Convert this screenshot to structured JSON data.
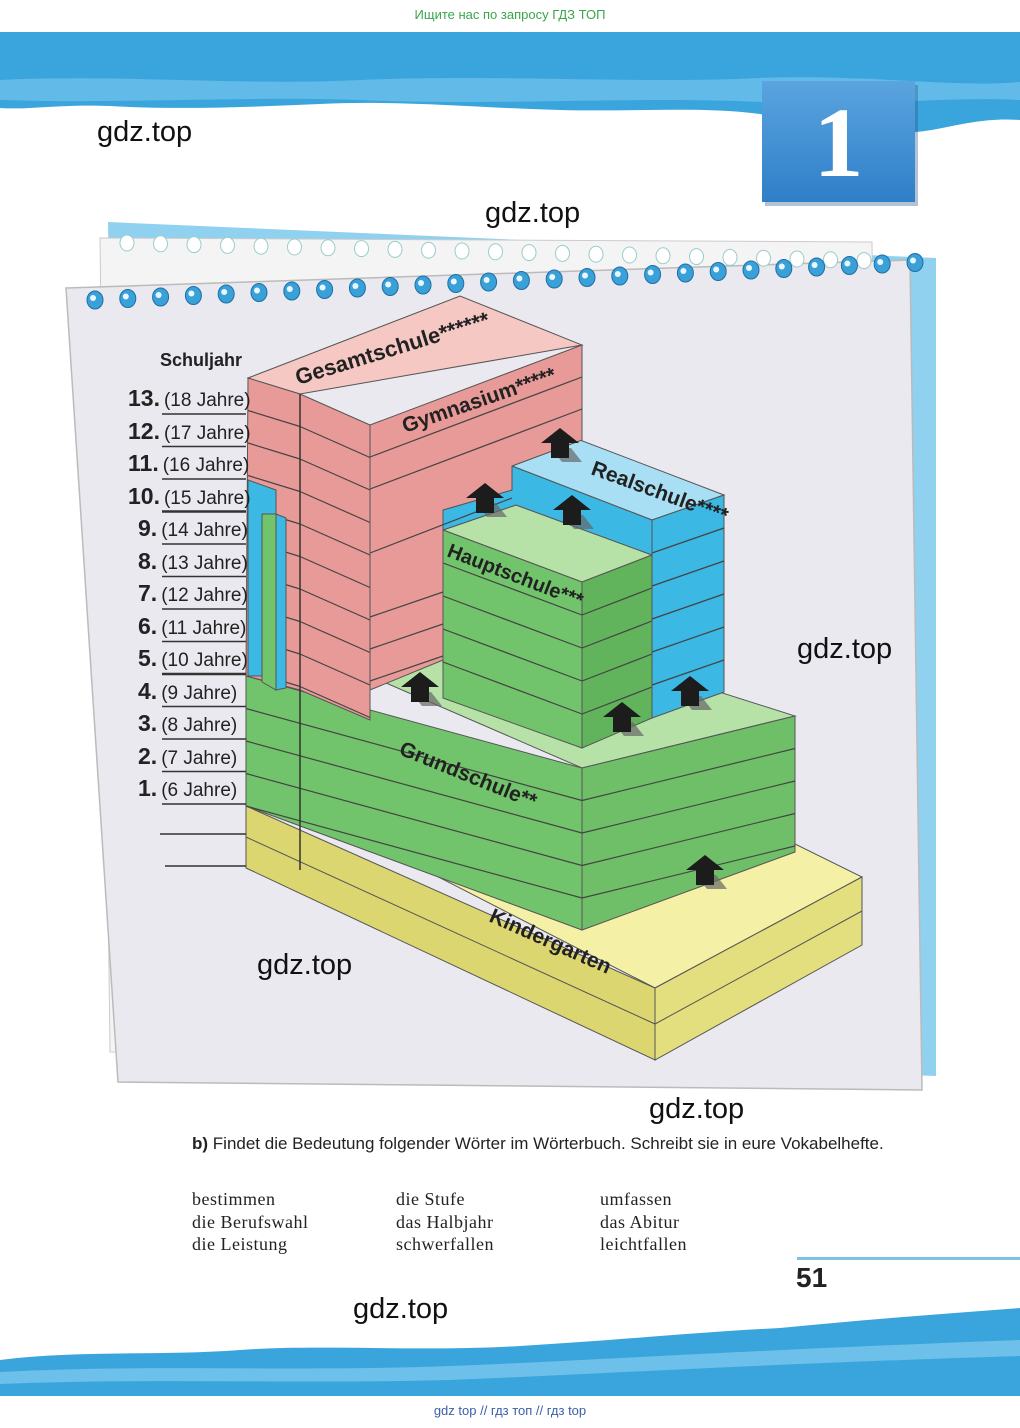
{
  "header": {
    "search_hint": "Ищите нас по запросу ГДЗ ТОП"
  },
  "watermarks": [
    "gdz.top",
    "gdz.top",
    "gdz.top",
    "gdz.top",
    "gdz.top",
    "gdz.top"
  ],
  "chapter": {
    "number": "1"
  },
  "diagram": {
    "axis_title": "Schuljahr",
    "years": [
      {
        "num": "13.",
        "age": "(18 Jahre)"
      },
      {
        "num": "12.",
        "age": "(17 Jahre)"
      },
      {
        "num": "11.",
        "age": "(16 Jahre)"
      },
      {
        "num": "10.",
        "age": "(15 Jahre)"
      },
      {
        "num": "9.",
        "age": "(14 Jahre)"
      },
      {
        "num": "8.",
        "age": "(13 Jahre)"
      },
      {
        "num": "7.",
        "age": "(12 Jahre)"
      },
      {
        "num": "6.",
        "age": "(11 Jahre)"
      },
      {
        "num": "5.",
        "age": "(10 Jahre)"
      },
      {
        "num": "4.",
        "age": "(9 Jahre)"
      },
      {
        "num": "3.",
        "age": "(8 Jahre)"
      },
      {
        "num": "2.",
        "age": "(7 Jahre)"
      },
      {
        "num": "1.",
        "age": "(6 Jahre)"
      }
    ],
    "schools": {
      "gesamtschule": "Gesamtschule******",
      "gymnasium": "Gymnasium*****",
      "realschule": "Realschule****",
      "hauptschule": "Hauptschule***",
      "grundschule": "Grundschule**",
      "kindergarten": "Kindergarten"
    },
    "colors": {
      "pink": "#e89a98",
      "pink_top": "#f6c8c4",
      "blue": "#3cb8e4",
      "blue_top": "#a9dff4",
      "green": "#72c46c",
      "green_top": "#b6e2a8",
      "yellow": "#dcd671",
      "yellow_top": "#f4f0a6"
    }
  },
  "task": {
    "label": "b)",
    "text": "Findet die Bedeutung folgender Wörter im Wörterbuch. Schreibt sie in eure Vokabelhefte."
  },
  "vocab": {
    "col1": [
      "bestimmen",
      "die Berufswahl",
      "die Leistung"
    ],
    "col2": [
      "die Stufe",
      "das Halbjahr",
      "schwerfallen"
    ],
    "col3": [
      "umfassen",
      "das Abitur",
      "leichtfallen"
    ]
  },
  "page_number": "51",
  "footer": {
    "links": "gdz top // гдз топ // гдз top"
  }
}
